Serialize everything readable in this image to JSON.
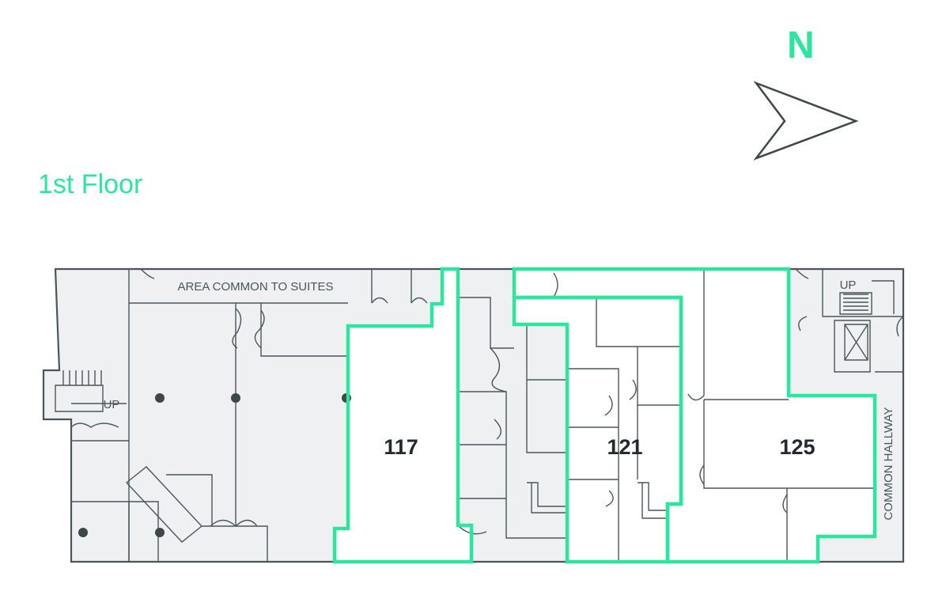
{
  "title": "1st Floor",
  "north": {
    "letter": "N",
    "color": "#2ee59d"
  },
  "labels": {
    "common_area": "AREA COMMON TO SUITES",
    "stair_left": "UP",
    "stair_right": "UP",
    "hallway": "COMMON HALLWAY"
  },
  "suites": [
    {
      "id": "117",
      "label": "117"
    },
    {
      "id": "121",
      "label": "121"
    },
    {
      "id": "125",
      "label": "125"
    }
  ],
  "colors": {
    "accent": "#2ee59d",
    "wall": "#4a5659",
    "fill": "#eef0f1"
  }
}
